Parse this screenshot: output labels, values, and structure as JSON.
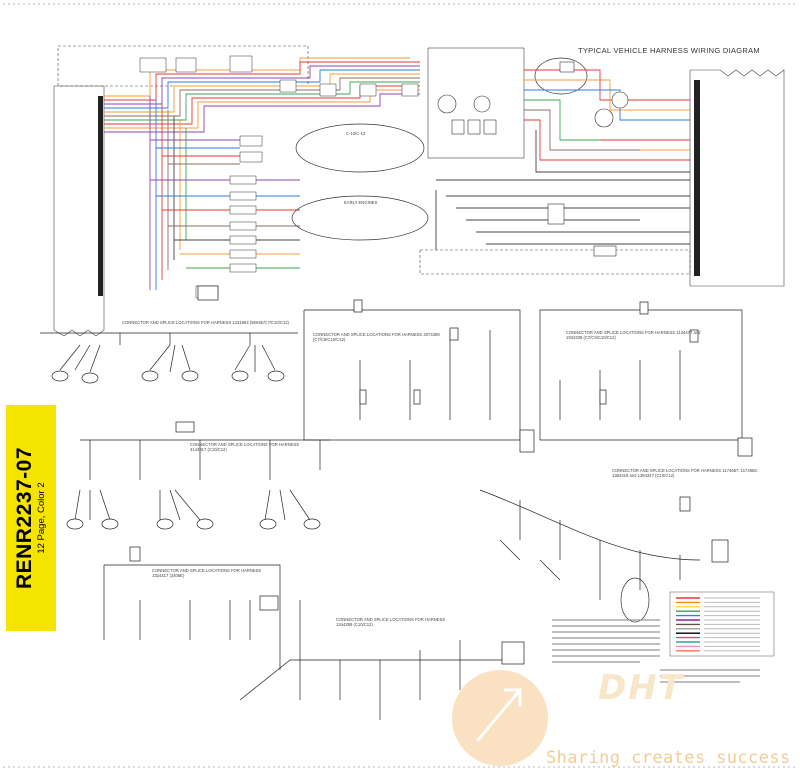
{
  "document": {
    "code": "RENR2237-07",
    "subtitle": "12 Page, Color 2",
    "diagram_title": "TYPICAL VEHICLE HARNESS WIRING DIAGRAM"
  },
  "harness_sections": [
    {
      "label": "CONNECTOR AND SPLICE LOCATIONS FOR HARNESS 1231884 (5804E/C7/C10/C12)"
    },
    {
      "label": "CONNECTOR AND SPLICE LOCATIONS FOR HARNESS 2074368 (C7/C9/C10/C12)"
    },
    {
      "label": "CONNECTOR AND SPLICE LOCATIONS FOR HARNESS 1134477 and 1934338 (C7/C9/C10/C12)"
    },
    {
      "label": "CONNECTOR AND SPLICE LOCATIONS FOR HARNESS 4144917 (C10/C12)"
    },
    {
      "label": "CONNECTOR AND SPLICE LOCATIONS FOR HARNESS 1174657, 1174658, 1384318 and 1384347 (C10/C12)"
    },
    {
      "label": "CONNECTOR AND SPLICE LOCATIONS FOR HARNESS 1324417 (3406E)"
    },
    {
      "label": "CONNECTOR AND SPLICE LOCATIONS FOR HARNESS 1344289 (C10/C12)"
    }
  ],
  "callouts": [
    {
      "label": "C-10/C-12"
    },
    {
      "label": "EARLY ENGINES"
    }
  ],
  "legend": [
    {
      "color": "#e53935"
    },
    {
      "color": "#fb8c00"
    },
    {
      "color": "#fdd835"
    },
    {
      "color": "#43a047"
    },
    {
      "color": "#1e88e5"
    },
    {
      "color": "#8e24aa"
    },
    {
      "color": "#6d4c41"
    },
    {
      "color": "#9e9e9e"
    },
    {
      "color": "#000000"
    },
    {
      "color": "#ec407a"
    },
    {
      "color": "#26a69a"
    },
    {
      "color": "#f48fb1"
    },
    {
      "color": "#ff7043"
    }
  ],
  "watermark": {
    "brand": "DHT",
    "tagline": "Sharing creates success"
  },
  "colors": {
    "wire_red": "#e53935",
    "wire_orange": "#f59d3a",
    "wire_purple": "#8e44ad",
    "wire_blue": "#2c7be5",
    "wire_green": "#3aa655",
    "wire_brown": "#8d6e63",
    "tab_yellow": "#f4e400",
    "watermark_orange": "#f2cc95"
  }
}
